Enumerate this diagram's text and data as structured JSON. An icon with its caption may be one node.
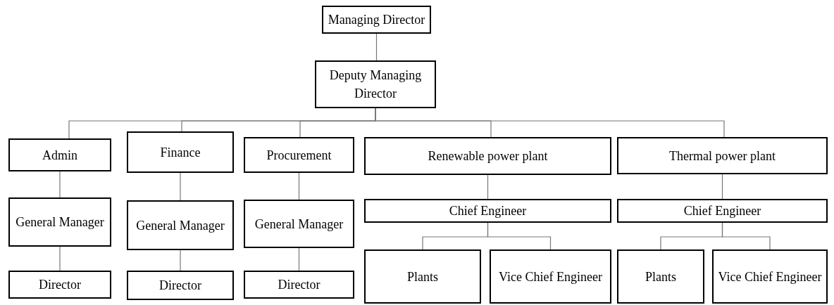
{
  "diagram": {
    "nodes": [
      {
        "text": [
          "Managing Director"
        ]
      },
      {
        "text": [
          "Deputy Managing Director"
        ]
      },
      {
        "text": [
          "Admin"
        ]
      },
      {
        "text": [
          "General Manager"
        ]
      },
      {
        "text": [
          "Director"
        ]
      },
      {
        "text": [
          "Finance"
        ]
      },
      {
        "text": [
          "General Manager"
        ]
      },
      {
        "text": [
          "Director"
        ]
      },
      {
        "text": [
          "Procurement"
        ]
      },
      {
        "text": [
          "General Manager"
        ]
      },
      {
        "text": [
          "Director"
        ]
      },
      {
        "text": [
          "Renewable power plant"
        ]
      },
      {
        "text": [
          "Chief Engineer"
        ]
      },
      {
        "text": [
          "Plants"
        ]
      },
      {
        "text": [
          "Vice Chief Engineer"
        ]
      },
      {
        "text": [
          "Thermal power plant"
        ]
      },
      {
        "text": [
          "Chief Engineer"
        ]
      },
      {
        "text": [
          "Plants"
        ]
      },
      {
        "text": [
          "Vice Chief Engineer"
        ]
      }
    ],
    "edges": [
      {
        "from": 0,
        "to": 1,
        "arrow": "none"
      },
      {
        "from": 1,
        "to": 2,
        "arrow": "none"
      },
      {
        "from": 1,
        "to": 5,
        "arrow": "none"
      },
      {
        "from": 1,
        "to": 8,
        "arrow": "none"
      },
      {
        "from": 1,
        "to": 11,
        "arrow": "none"
      },
      {
        "from": 1,
        "to": 15,
        "arrow": "none"
      },
      {
        "from": 2,
        "to": 3,
        "arrow": "none"
      },
      {
        "from": 3,
        "to": 4,
        "arrow": "none"
      },
      {
        "from": 5,
        "to": 6,
        "arrow": "none"
      },
      {
        "from": 6,
        "to": 7,
        "arrow": "none"
      },
      {
        "from": 8,
        "to": 9,
        "arrow": "none"
      },
      {
        "from": 9,
        "to": 10,
        "arrow": "none"
      },
      {
        "from": 11,
        "to": 12,
        "arrow": "none"
      },
      {
        "from": 12,
        "to": 13,
        "arrow": "none"
      },
      {
        "from": 12,
        "to": 14,
        "arrow": "none"
      },
      {
        "from": 15,
        "to": 16,
        "arrow": "none"
      },
      {
        "from": 16,
        "to": 17,
        "arrow": "none"
      },
      {
        "from": 16,
        "to": 18,
        "arrow": "none"
      }
    ]
  }
}
